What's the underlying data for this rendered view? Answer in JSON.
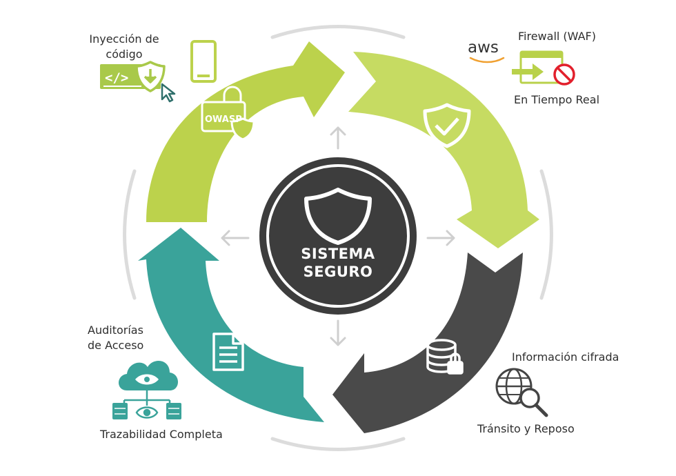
{
  "center": {
    "line1": "SISTEMA",
    "line2": "SEGURO",
    "icon": "shield-icon"
  },
  "labels": {
    "injection_line1": "Inyección de",
    "injection_line2": "código",
    "firewall": "Firewall (WAF)",
    "realtime": "En Tiempo Real",
    "encrypted": "Información cifrada",
    "transit": "Tránsito y Reposo",
    "audits_line1": "Auditorías",
    "audits_line2": "de Acceso",
    "traceability": "Trazabilidad Completa"
  },
  "badges": {
    "aws": "aws",
    "owasp": "OWASP",
    "code": "</>"
  },
  "colors": {
    "lime": "#b9d14a",
    "lime_light": "#c9dc66",
    "dark": "#4a4a4a",
    "teal": "#3aa39a",
    "center": "#3d3d3d",
    "ring": "#d8d8d8",
    "aws_orange": "#f0a030",
    "red": "#e2202c"
  },
  "icons": [
    "code-window-icon",
    "shield-download-icon",
    "cursor-icon",
    "mobile-phone-icon",
    "owasp-lock-icon",
    "shield-check-icon",
    "firewall-block-icon",
    "database-lock-icon",
    "globe-search-icon",
    "document-icon",
    "cloud-eye-icon",
    "server-eye-icon"
  ]
}
